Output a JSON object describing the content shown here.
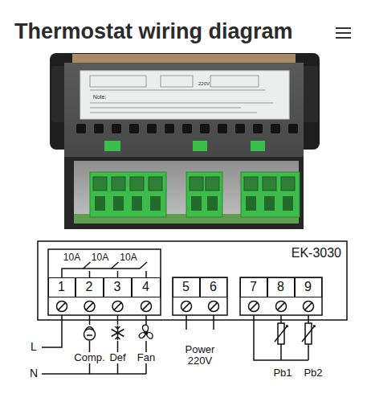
{
  "diagram": {
    "title": "Thermostat wiring diagram",
    "nodes": [
      {
        "text": [
          "EK-3030"
        ]
      },
      {
        "text": [
          "1"
        ],
        "in": 0
      },
      {
        "text": [
          "2"
        ],
        "in": 0
      },
      {
        "text": [
          "3"
        ],
        "in": 0
      },
      {
        "text": [
          "4"
        ],
        "in": 0
      },
      {
        "text": [
          "5"
        ],
        "in": 0
      },
      {
        "text": [
          "6"
        ],
        "in": 0
      },
      {
        "text": [
          "7"
        ],
        "in": 0
      },
      {
        "text": [
          "8"
        ],
        "in": 0
      },
      {
        "text": [
          "9"
        ],
        "in": 0
      }
    ],
    "labels": [
      "Note:",
      "220V",
      "10A",
      "10A",
      "10A",
      "L",
      "Comp.",
      "Def",
      "Fan",
      "N",
      "Power 220V",
      "Pb1",
      "Pb2"
    ]
  }
}
